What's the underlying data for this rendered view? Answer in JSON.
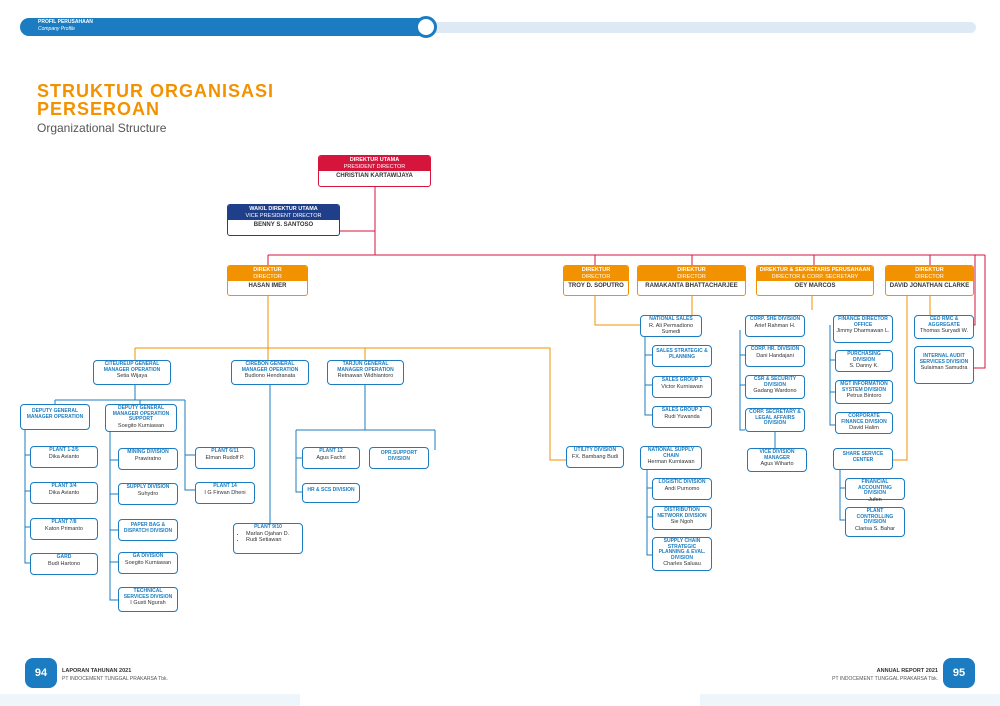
{
  "header": {
    "section": "PROFIL PERUSAHAAN",
    "section_en": "Company Profile"
  },
  "title": {
    "line1": "STRUKTUR ORGANISASI",
    "line2": "PERSEROAN",
    "subtitle": "Organizational Structure"
  },
  "execs": {
    "pd": {
      "t": "DIREKTUR UTAMA",
      "s": "PRESIDENT DIRECTOR",
      "n": "CHRISTIAN KARTAWIJAYA"
    },
    "vp": {
      "t": "WAKIL DIREKTUR UTAMA",
      "s": "VICE PRESIDENT DIRECTOR",
      "n": "BENNY S. SANTOSO"
    },
    "d1": {
      "t": "DIREKTUR",
      "s": "DIRECTOR",
      "n": "HASAN IMER"
    },
    "d2": {
      "t": "DIREKTUR",
      "s": "DIRECTOR",
      "n": "TROY D. SOPUTRO"
    },
    "d3": {
      "t": "DIREKTUR",
      "s": "DIRECTOR",
      "n": "RAMAKANTA BHATTACHARJEE"
    },
    "d4": {
      "t": "DIREKTUR & SEKRETARIS PERUSAHAAN",
      "s": "DIRECTOR & CORP. SECRETARY",
      "n": "OEY MARCOS"
    },
    "d5": {
      "t": "DIREKTUR",
      "s": "DIRECTOR",
      "n": "DAVID JONATHAN CLARKE"
    }
  },
  "units": {
    "cit": {
      "t": "CITEUREUP GENERAL MANAGER OPERATION",
      "p": "Setia Wijaya"
    },
    "cir": {
      "t": "CIREBON GENERAL MANAGER OPERATION",
      "p": "Budiono Hendranata"
    },
    "tar": {
      "t": "TARJUN GENERAL MANAGER OPERATION",
      "p": "Retnawan Widhiantoro"
    },
    "dgm": {
      "t": "DEPUTY GENERAL MANAGER OPERATION",
      "p": ""
    },
    "dgms": {
      "t": "DEPUTY GENERAL MANAGER OPERATION SUPPORT",
      "p": "Soegito Kurniawan"
    },
    "p12": {
      "t": "PLANT 1-2/5",
      "p": "Dika Avianto"
    },
    "p34": {
      "t": "PLANT 3/4",
      "p": "Dika Avianto"
    },
    "p78": {
      "t": "PLANT 7/8",
      "p": "Katon Primanto"
    },
    "gard": {
      "t": "GARD",
      "p": "Budi Hartono"
    },
    "mine": {
      "t": "MINING DIVISION",
      "p": "Prawiratno"
    },
    "supp": {
      "t": "SUPPLY DIVISION",
      "p": "Suhydro"
    },
    "pbag": {
      "t": "PAPER BAG & DISPATCH DIVISION",
      "p": ""
    },
    "ga": {
      "t": "GA DIVISION",
      "p": "Soegito Kurniawan"
    },
    "tech": {
      "t": "TECHNICAL SERVICES DIVISION",
      "p": "I Gusti Ngurah"
    },
    "p611": {
      "t": "PLANT 6/11",
      "p": "Elman Rudolf P."
    },
    "p14": {
      "t": "PLANT 14",
      "p": "I G Firwan Dheni"
    },
    "p910": {
      "t": "PLANT 9/10",
      "b1": "Marlan Ojahan D.",
      "b2": "Rudi Setiawan"
    },
    "p12t": {
      "t": "PLANT 12",
      "p": "Agus Fachri"
    },
    "opr": {
      "t": "OPR.SUPPORT DIVISION",
      "p": ""
    },
    "hr": {
      "t": "HR & SCS DIVISION",
      "p": ""
    },
    "util": {
      "t": "UTILITY DIVISION",
      "p": "FX. Bambang Budi"
    },
    "nsales": {
      "t": "NATIONAL SALES",
      "p": "R. Ali Permadiono Sumedi"
    },
    "ssp": {
      "t": "SALES STRATEGIC & PLANNING",
      "p": ""
    },
    "sg1": {
      "t": "SALES GROUP 1",
      "p": "Victor Kurniawan"
    },
    "sg2": {
      "t": "SALES GROUP 2",
      "p": "Rudi Yuwanda"
    },
    "nsc": {
      "t": "NATIONAL SUPPLY CHAIN",
      "p": "Herman Kurniawan"
    },
    "logi": {
      "t": "LOGISTIC DIVISION",
      "p": "Andi Purnomo"
    },
    "dist": {
      "t": "DISTRIBUTION NETWORK DIVISION",
      "p": "Sie Ngoh"
    },
    "scsp": {
      "t": "SUPPLY CHAIN STRATEGIC PLANNING & EVAL. DIVISION",
      "p": "Charles Saluau"
    },
    "she": {
      "t": "CORP. SHE DIVISION",
      "p": "Arief Rahman H."
    },
    "hrd": {
      "t": "CORP. HR. DIVISION",
      "p": "Dani Handajani"
    },
    "csr": {
      "t": "CSR & SECURITY DIVISION",
      "p": "Gadang Wardono"
    },
    "legal": {
      "t": "CORP. SECRETARY & LEGAL AFFAIRS DIVISION",
      "p": ""
    },
    "vdm": {
      "t": "VICE DIVISION MANAGER",
      "p": "Agus Wiharto"
    },
    "fin": {
      "t": "FINANCE DIRECTOR OFFICE",
      "p": "Jimmy Dharmawan L."
    },
    "pur": {
      "t": "PURCHASING DIVISION",
      "p": "S. Danny K."
    },
    "mgt": {
      "t": "MGT INFORMATION SYSTEM DIVISION",
      "p": "Petrus Bintoro"
    },
    "cfd": {
      "t": "CORPORATE FINANCE DIVISION",
      "p": "David Halim"
    },
    "ssc": {
      "t": "SHARE SERVICE CENTER",
      "p": ""
    },
    "fad": {
      "t": "FINANCIAL ACCOUNTING DIVISION",
      "p": "Jufen"
    },
    "pcd": {
      "t": "PLANT CONTROLLING DIVISION",
      "p": "Clarisa S. Bahar"
    },
    "ceo": {
      "t": "CEO RMC & AGGREGATE",
      "p": "Thomas Suryadi W."
    },
    "iad": {
      "t": "INTERNAL AUDIT SERVICES DIVISION",
      "p": "Sulaiman Samudra"
    }
  },
  "footer": {
    "left_page": "94",
    "left_title": "LAPORAN TAHUNAN 2021",
    "left_company": "PT INDOCEMENT TUNGGAL PRAKARSA Tbk.",
    "right_page": "95",
    "right_title": "ANNUAL REPORT 2021",
    "right_company": "PT INDOCEMENT TUNGGAL PRAKARSA Tbk."
  },
  "colors": {
    "blue": "#1b7cc1",
    "orange": "#f39200",
    "red": "#d6153d",
    "navy": "#1f3f8b"
  }
}
